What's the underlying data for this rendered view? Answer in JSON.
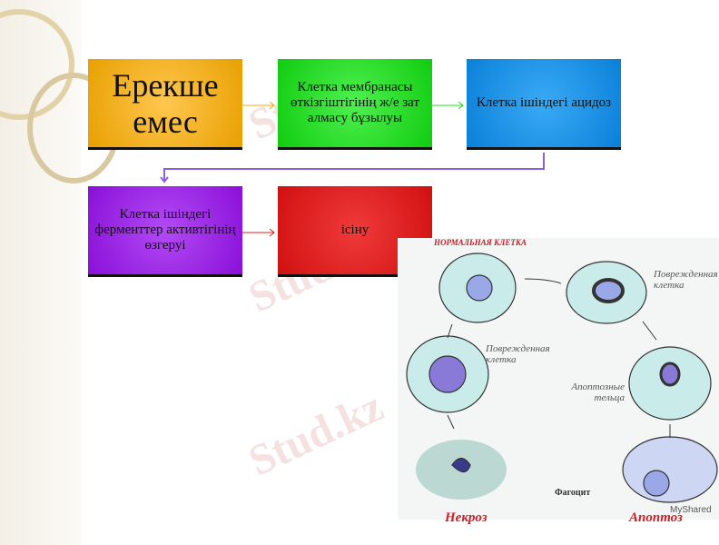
{
  "boxes": [
    {
      "text": "Ерекше емес",
      "color": "#f5a810"
    },
    {
      "text": "Клетка мембранасы өткізгіштігінің ж/е зат алмасу бұзылуы",
      "color": "#1ee01e"
    },
    {
      "text": "Клетка ішіндегі ацидоз",
      "color": "#1592e8"
    },
    {
      "text": "Клетка ішіндегі ферменттер активтігінің өзгеруі",
      "color": "#9a1ee8"
    },
    {
      "text": "ісіну",
      "color": "#e41e1e"
    }
  ],
  "figure": {
    "normal": "НОРМАЛЬНАЯ КЛЕТКА",
    "damaged1": "Поврежденная клетка",
    "damaged2": "Поврежденная клетка",
    "apoptotic_bodies": "Апоптозные тельца",
    "phagocyte": "Фагоцит",
    "necrosis": "Некроз",
    "apoptosis": "Апоптоз",
    "credit": "MyShared"
  },
  "watermark": "Stud.kz"
}
